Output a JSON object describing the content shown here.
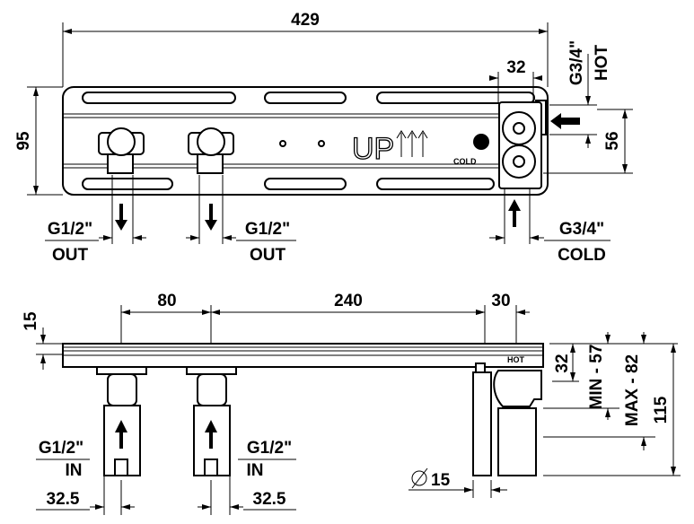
{
  "top_view": {
    "width_dim": "429",
    "height_dim": "95",
    "connector_width_dim": "32",
    "hot_thread": "G3/4\"",
    "hot_label": "HOT",
    "spacing_dim": "56",
    "out1_thread": "G1/2\"",
    "out1_label": "OUT",
    "out2_thread": "G1/2\"",
    "out2_label": "OUT",
    "cold_thread": "G3/4\"",
    "cold_label": "COLD",
    "up_mark": "UP",
    "cold_mark": "COLD"
  },
  "side_view": {
    "dim_80": "80",
    "dim_240": "240",
    "dim_30": "30",
    "dim_15": "15",
    "dim_32": "32",
    "min_dim": "MIN - 57",
    "max_dim": "MAX - 82",
    "dim_115": "115",
    "in1_thread": "G1/2\"",
    "in1_label": "IN",
    "in2_thread": "G1/2\"",
    "in2_label": "IN",
    "pipe_dia": "15",
    "offset1": "32.5",
    "offset2": "32.5",
    "hot_mark": "HOT"
  }
}
